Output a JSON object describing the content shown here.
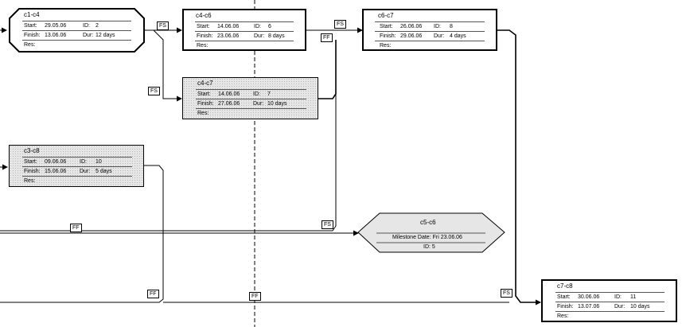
{
  "tasks": {
    "c1c4": {
      "name": "c1-c4",
      "start_label": "Start:",
      "start": "29.05.06",
      "id_label": "ID:",
      "id": "2",
      "finish_label": "Finish:",
      "finish": "13.06.06",
      "dur_label": "Dur:",
      "dur": "12 days",
      "res_label": "Res:"
    },
    "c4c6": {
      "name": "c4-c6",
      "start_label": "Start:",
      "start": "14.06.06",
      "id_label": "ID:",
      "id": "6",
      "finish_label": "Finish:",
      "finish": "23.06.06",
      "dur_label": "Dur:",
      "dur": "8 days",
      "res_label": "Res:"
    },
    "c6c7": {
      "name": "c6-c7",
      "start_label": "Start:",
      "start": "26.06.06",
      "id_label": "ID:",
      "id": "8",
      "finish_label": "Finish:",
      "finish": "29.06.06",
      "dur_label": "Dur:",
      "dur": "4 days",
      "res_label": "Res:"
    },
    "c4c7": {
      "name": "c4-c7",
      "start_label": "Start:",
      "start": "14.06.06",
      "id_label": "ID:",
      "id": "7",
      "finish_label": "Finish:",
      "finish": "27.06.06",
      "dur_label": "Dur:",
      "dur": "10 days",
      "res_label": "Res:"
    },
    "c3c8": {
      "name": "c3-c8",
      "start_label": "Start:",
      "start": "09.06.06",
      "id_label": "ID:",
      "id": "10",
      "finish_label": "Finish:",
      "finish": "15.06.06",
      "dur_label": "Dur:",
      "dur": "5 days",
      "res_label": "Res:"
    },
    "c7c8": {
      "name": "c7-c8",
      "start_label": "Start:",
      "start": "30.06.06",
      "id_label": "ID:",
      "id": "11",
      "finish_label": "Finish:",
      "finish": "13.07.06",
      "dur_label": "Dur:",
      "dur": "10 days",
      "res_label": "Res:"
    }
  },
  "milestone": {
    "name": "c5-c6",
    "date_label": "Milestone Date:",
    "date": "Fri 23.06.06",
    "id_label": "ID:",
    "id": "5"
  },
  "links": {
    "fs": "FS",
    "ff": "FF"
  }
}
